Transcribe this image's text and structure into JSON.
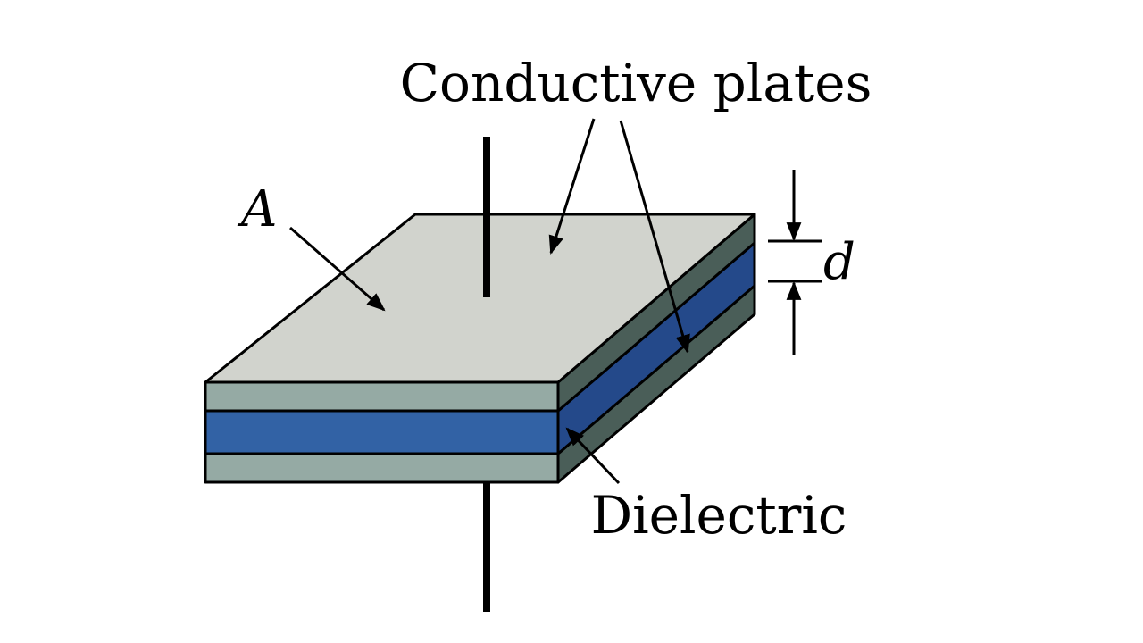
{
  "labels": {
    "plates": "Conductive plates",
    "area": "A",
    "dielectric": "Dielectric",
    "distance": "d"
  },
  "colors": {
    "plate_top": "#d1d3cd",
    "plate_front": "#95aaa4",
    "plate_side": "#4a5e58",
    "dielectric_front": "#3262a5",
    "dielectric_side": "#24498a",
    "stroke": "#000000",
    "background": "#ffffff"
  }
}
